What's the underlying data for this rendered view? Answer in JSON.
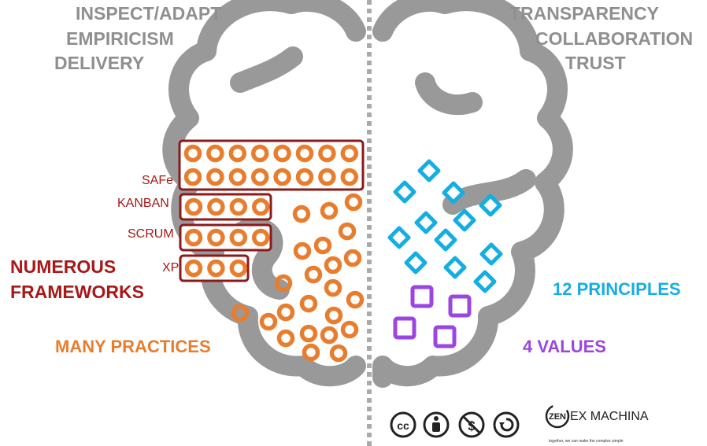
{
  "left_hemisphere": {
    "pillars": [
      "INSPECT/ADAPT",
      "EMPIRICISM",
      "DELIVERY"
    ],
    "frameworks_title_line1": "NUMEROUS",
    "frameworks_title_line2": "FRAMEWORKS",
    "frameworks": [
      "SAFe",
      "KANBAN",
      "SCRUM",
      "XP"
    ],
    "practices_label": "MANY PRACTICES"
  },
  "right_hemisphere": {
    "values_list": [
      "TRANSPARENCY",
      "COLLABORATION",
      "TRUST"
    ],
    "principles_label": "12 PRINCIPLES",
    "values_label": "4 VALUES",
    "principles_count": 12,
    "values_count": 4
  },
  "license_icons": [
    "cc-icon",
    "by-attribution-icon",
    "noncommercial-icon",
    "sharealike-icon"
  ],
  "brand": {
    "logo_text": "EX MACHINA",
    "logo_mark": "ZEN",
    "tagline": "together, we can make the complex simple"
  },
  "colors": {
    "brain": "#999999",
    "framework": "#8b1a1a",
    "framework_text": "#a71818",
    "practice": "#e87d2e",
    "principle": "#14aee3",
    "value": "#9b46e0",
    "pillar_text": "#8f8f8f"
  }
}
